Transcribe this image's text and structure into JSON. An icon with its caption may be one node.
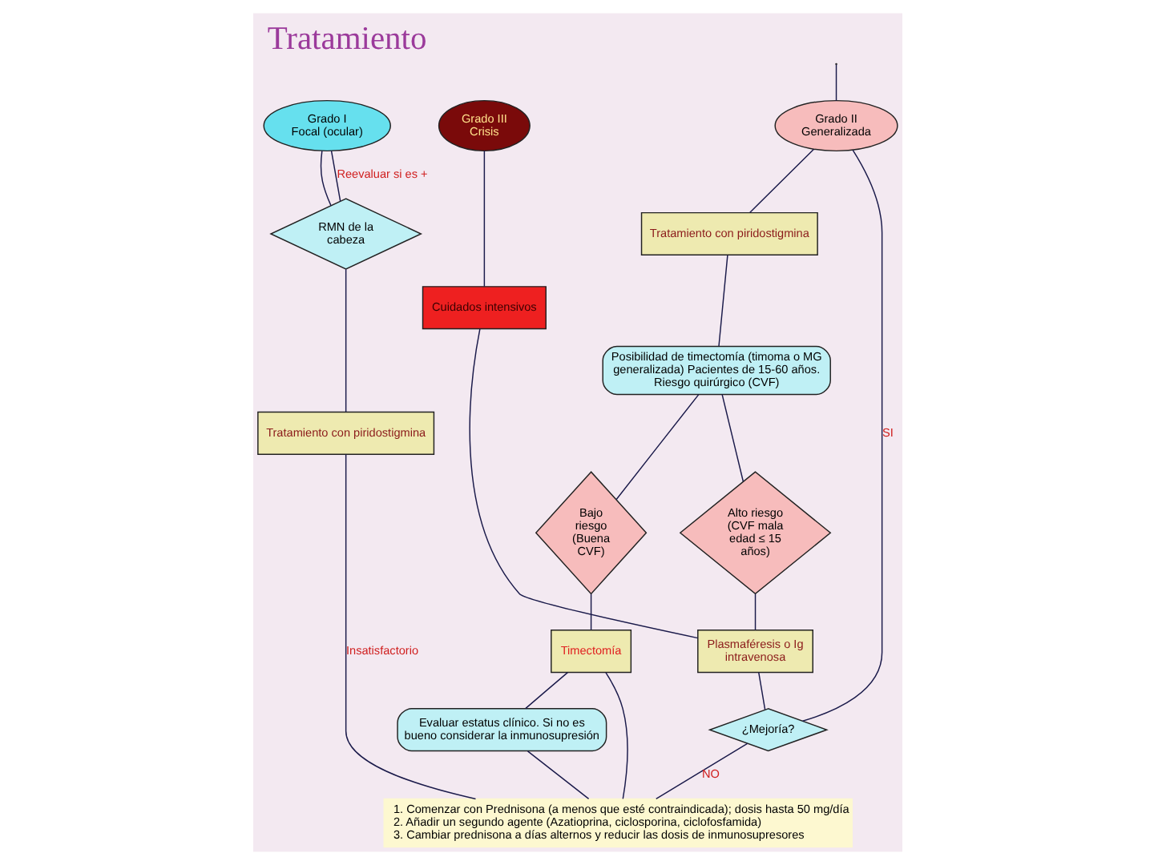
{
  "diagram": {
    "title": "Tratamiento",
    "nodes": [
      {
        "text": [
          "Grado I",
          "Focal (ocular)"
        ]
      },
      {
        "text": [
          "RMN de la cabeza"
        ]
      },
      {
        "text": [
          "Tratamiento con piridostigmina"
        ]
      },
      {
        "text": [
          "Grado II",
          "Generalizada"
        ]
      },
      {
        "text": [
          "Tratamiento con piridostigmina"
        ]
      },
      {
        "text": [
          "Posibilidad de timectomía (timoma o MG generalizada) Pacientes de 15-60 años. Riesgo quirúrgico (CVF)"
        ]
      },
      {
        "text": [
          "Bajo riesgo (Buena CVF)"
        ]
      },
      {
        "text": [
          "Alto riesgo (CVF mala edad ≤ 15 años)"
        ]
      },
      {
        "text": [
          "Timectomía"
        ]
      },
      {
        "text": [
          "Evaluar estatus clínico. Si no es bueno considerar la inmunosupresión"
        ]
      },
      {
        "text": [
          "1. Comenzar con Prednisona (a menos que esté contraindicada); dosis hasta 50 mg/día",
          "2. Añadir un segundo agente (Azatioprina, ciclosporina, ciclofosfamida)",
          "3. Cambiar prednisona a días alternos y reducir las dosis de inmunosupresores"
        ]
      },
      {
        "text": [
          "Grado III",
          "Crisis"
        ]
      },
      {
        "text": [
          "Cuidados intensivos"
        ]
      },
      {
        "text": [
          "Plasmaféresis o Ig intravenosa"
        ]
      },
      {
        "text": [
          "¿Mejoría?"
        ]
      }
    ],
    "edges": [
      {
        "from": 0,
        "to": 1,
        "arrow": "none"
      },
      {
        "from": 1,
        "to": 0,
        "arrow": "none",
        "label": "Reevaluar si es +"
      },
      {
        "from": 1,
        "to": 2,
        "arrow": "none"
      },
      {
        "from": 2,
        "to": 10,
        "arrow": "none",
        "label": "Insatisfactorio"
      },
      {
        "from": null,
        "to": 3,
        "arrow": "none"
      },
      {
        "from": 3,
        "to": 4,
        "arrow": "none"
      },
      {
        "from": 4,
        "to": 5,
        "arrow": "none"
      },
      {
        "from": 5,
        "to": 6,
        "arrow": "none"
      },
      {
        "from": 5,
        "to": 7,
        "arrow": "none"
      },
      {
        "from": 6,
        "to": 8,
        "arrow": "none"
      },
      {
        "from": 8,
        "to": 9,
        "arrow": "none"
      },
      {
        "from": 9,
        "to": 10,
        "arrow": "none"
      },
      {
        "from": 8,
        "to": 10,
        "arrow": "none"
      },
      {
        "from": 7,
        "to": 13,
        "arrow": "none"
      },
      {
        "from": 11,
        "to": 12,
        "arrow": "none"
      },
      {
        "from": 12,
        "to": 13,
        "arrow": "none"
      },
      {
        "from": 13,
        "to": 14,
        "arrow": "none"
      },
      {
        "from": 14,
        "to": 3,
        "arrow": "none",
        "label": "SI"
      },
      {
        "from": 14,
        "to": 10,
        "arrow": "none",
        "label": "NO"
      }
    ]
  }
}
